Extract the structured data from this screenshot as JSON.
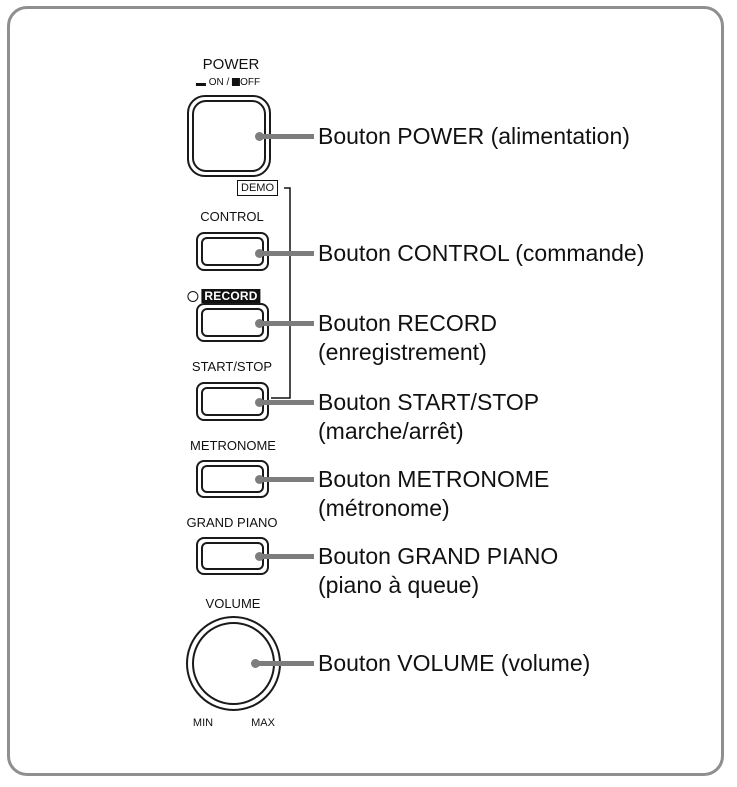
{
  "panel": {
    "power_title": "POWER",
    "power_on": "ON /",
    "power_off": "OFF",
    "demo": "DEMO",
    "control": "CONTROL",
    "record": "RECORD",
    "start_stop": "START/STOP",
    "metronome": "METRONOME",
    "grand_piano": "GRAND PIANO",
    "volume": "VOLUME",
    "min": "MIN",
    "max": "MAX"
  },
  "callouts": {
    "power": "Bouton POWER (alimentation)",
    "control": "Bouton CONTROL (commande)",
    "record_1": "Bouton RECORD",
    "record_2": "(enregistrement)",
    "start_stop_1": "Bouton START/STOP",
    "start_stop_2": "(marche/arrêt)",
    "metronome_1": "Bouton METRONOME",
    "metronome_2": "(métronome)",
    "grand_piano_1": "Bouton GRAND PIANO",
    "grand_piano_2": "(piano à queue)",
    "volume": "Bouton VOLUME (volume)"
  },
  "colors": {
    "frame": "#8f8f8f",
    "leader": "#7d7d7d",
    "ink": "#111111"
  }
}
